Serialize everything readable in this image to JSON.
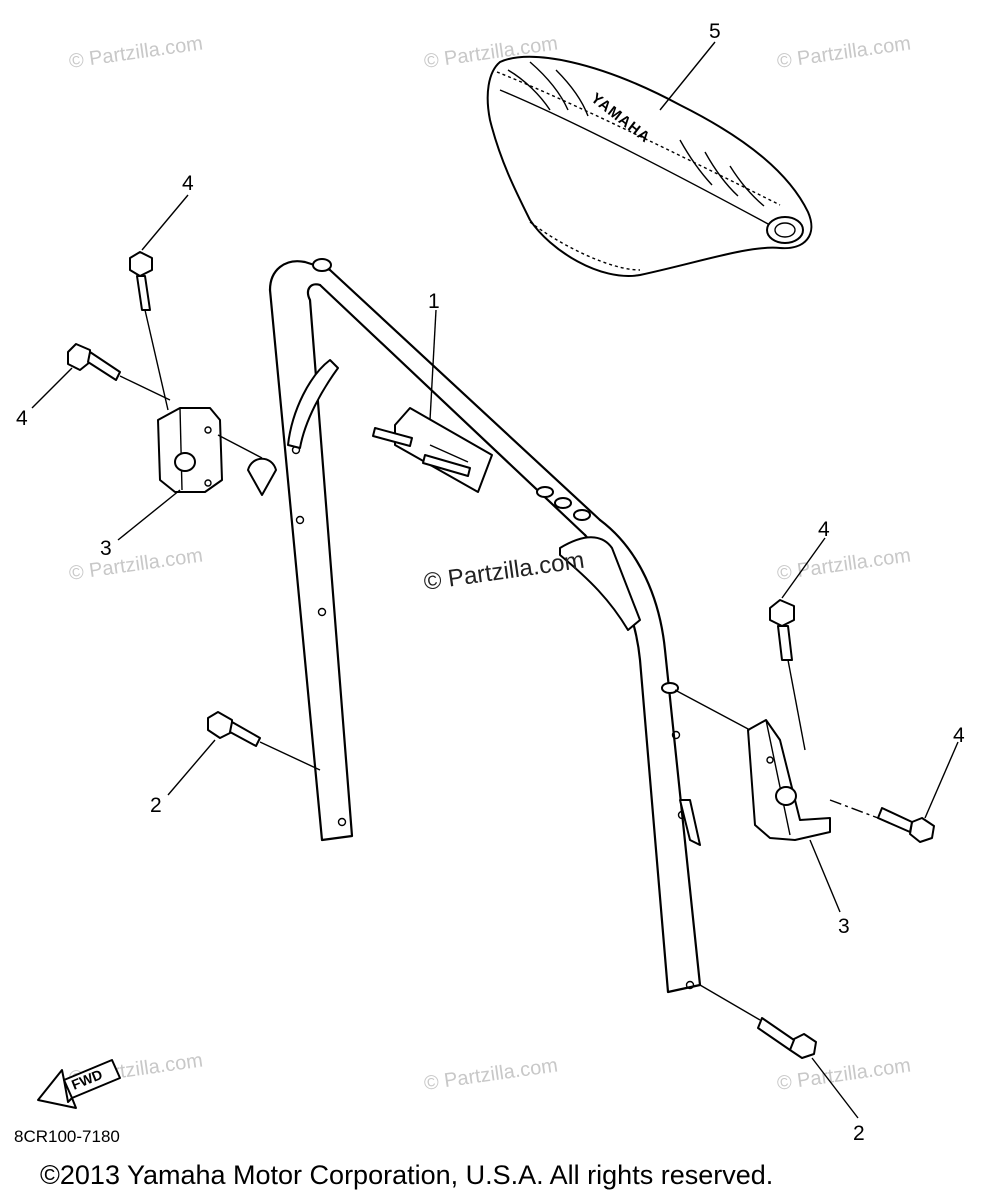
{
  "watermarks": [
    "© Partzilla.com",
    "© Partzilla.com",
    "© Partzilla.com",
    "© Partzilla.com",
    "© Partzilla.com",
    "© Partzilla.com",
    "© Partzilla.com",
    "© Partzilla.com"
  ],
  "center_watermark": "© Partzilla.com",
  "seat_brand": "YAMAHA",
  "fwd_label": "FWD",
  "callouts": {
    "handlebar": "1",
    "bolt_left_bottom": "2",
    "bolt_right_bottom": "2",
    "bracket_left": "3",
    "bracket_right": "3",
    "bolt_left_top": "4",
    "bolt_left_side": "4",
    "bolt_right_top": "4",
    "bolt_right_side": "4",
    "pad": "5"
  },
  "diagram_code": "8CR100-7180",
  "copyright": "©2013  Yamaha Motor Corporation, U.S.A. All rights reserved."
}
